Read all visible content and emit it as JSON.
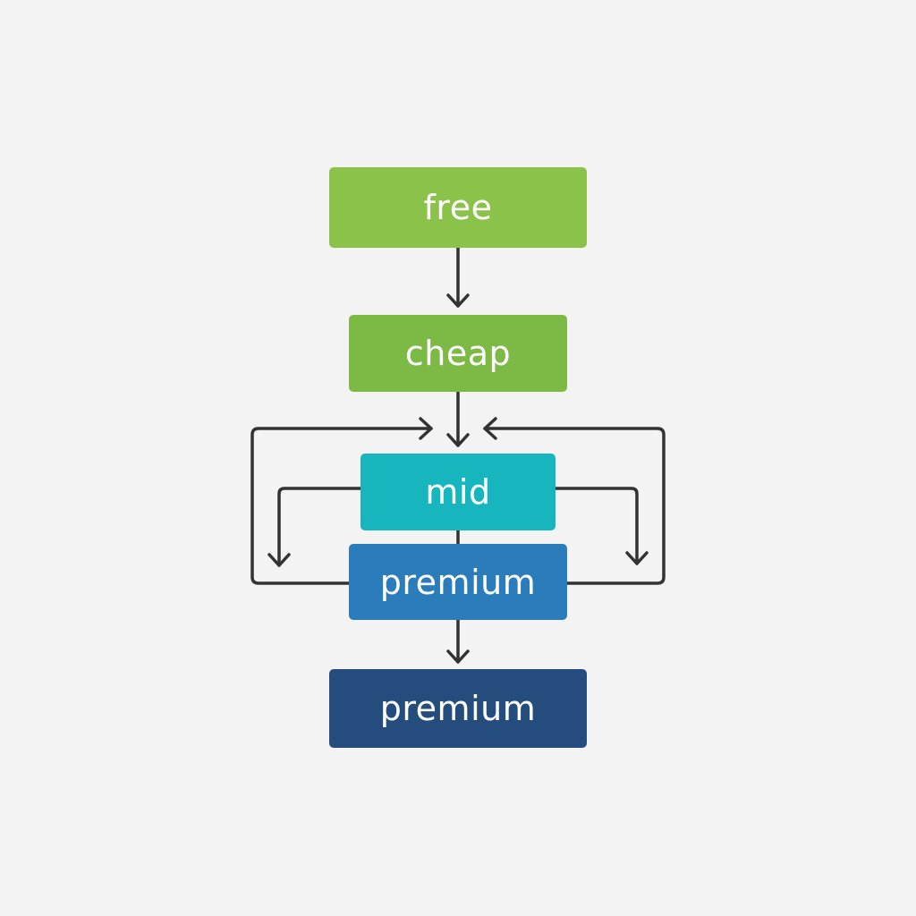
{
  "nodes": {
    "free": {
      "label": "free",
      "color": "#8bc34a"
    },
    "cheap": {
      "label": "cheap",
      "color": "#7cba45"
    },
    "mid": {
      "label": "mid",
      "color": "#17b5bd"
    },
    "premium": {
      "label": "premium",
      "color": "#2a7cba"
    },
    "premium2": {
      "label": "premium",
      "color": "#244c7c"
    }
  },
  "edges": [
    {
      "from": "free",
      "to": "cheap"
    },
    {
      "from": "cheap",
      "to": "mid"
    },
    {
      "from": "mid",
      "to": "premium",
      "side": "left"
    },
    {
      "from": "mid",
      "to": "premium",
      "side": "right"
    },
    {
      "from": "premium",
      "to": "mid",
      "side": "left"
    },
    {
      "from": "premium",
      "to": "mid",
      "side": "right"
    },
    {
      "from": "premium",
      "to": "premium2"
    }
  ],
  "colors": {
    "line": "#333333",
    "background": "#f3f3f3"
  }
}
